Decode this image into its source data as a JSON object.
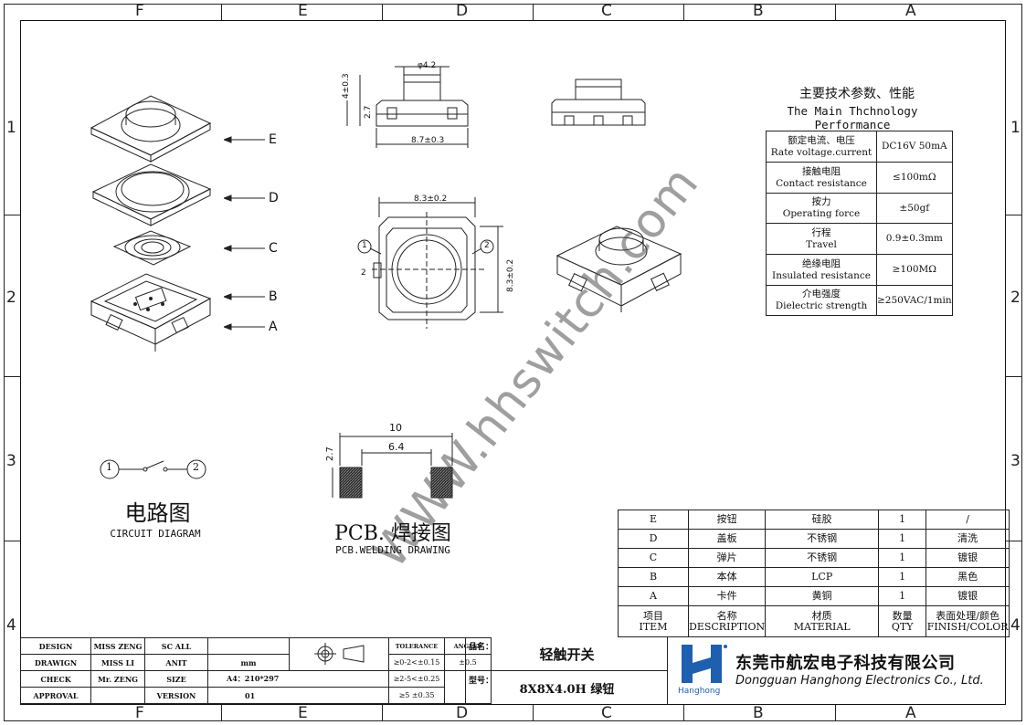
{
  "zones": {
    "columns": [
      "F",
      "E",
      "D",
      "C",
      "B",
      "A"
    ],
    "rows": [
      "1",
      "2",
      "3",
      "4"
    ]
  },
  "performance": {
    "title_cn": "主要技术参数、性能",
    "title_en": "The Main Thchnology Performance",
    "rows": [
      {
        "cn": "额定电流、电压",
        "en": "Rate voltage.current",
        "value": "DC16V 50mA"
      },
      {
        "cn": "接触电阻",
        "en": "Contact resistance",
        "value": "≤100mΩ"
      },
      {
        "cn": "按力",
        "en": "Operating force",
        "value": "±50gf"
      },
      {
        "cn": "行程",
        "en": "Travel",
        "value": "0.9±0.3mm"
      },
      {
        "cn": "绝缘电阻",
        "en": "Insulated resistance",
        "value": "≥100MΩ"
      },
      {
        "cn": "介电强度",
        "en": "Dielectric strength",
        "value": "≥250VAC/1min"
      }
    ]
  },
  "explode_labels": [
    "E",
    "D",
    "C",
    "B",
    "A"
  ],
  "dimensions": {
    "top_dia": "φ4.2",
    "height_total": "4±0.3",
    "height_body": "2.7",
    "width_side": "8.7±0.3",
    "width_top": "8.3±0.2",
    "height_top": "8.3±0.2",
    "pin_gap": "2",
    "pin1": "1",
    "pin2": "2"
  },
  "circuit": {
    "pin1": "1",
    "pin2": "2",
    "title_cn": "电路图",
    "title_en": "CIRCUIT DIAGRAM"
  },
  "pcb": {
    "dim_outer": "10",
    "dim_inner": "6.4",
    "dim_height": "2.7",
    "title_cn": "PCB. 焊接图",
    "title_en": "PCB.WELDING DRAWING"
  },
  "watermark": "WWW.hhswitch.com",
  "bom": {
    "rows": [
      {
        "item": "E",
        "desc": "按钮",
        "material": "硅胶",
        "qty": "1",
        "finish": "/"
      },
      {
        "item": "D",
        "desc": "盖板",
        "material": "不锈钢",
        "qty": "1",
        "finish": "清洗"
      },
      {
        "item": "C",
        "desc": "弹片",
        "material": "不锈钢",
        "qty": "1",
        "finish": "镀银"
      },
      {
        "item": "B",
        "desc": "本体",
        "material": "LCP",
        "qty": "1",
        "finish": "黑色"
      },
      {
        "item": "A",
        "desc": "卡件",
        "material": "黄铜",
        "qty": "1",
        "finish": "镀银"
      }
    ],
    "header": {
      "item_cn": "项目",
      "item_en": "ITEM",
      "desc_cn": "名称",
      "desc_en": "DESCRIPTION",
      "material_cn": "材质",
      "material_en": "MATERIAL",
      "qty_cn": "数量",
      "qty_en": "QTY",
      "finish_cn": "表面处理/颜色",
      "finish_en": "FINISH/COLOR"
    }
  },
  "title_block": {
    "design_label": "DESIGN",
    "design_name": "MISS ZENG",
    "drawing_label": "DRAWIGN",
    "drawing_name": "MISS LI",
    "check_label": "CHECK",
    "check_name": "Mr. ZENG",
    "approval_label": "APPROVAL",
    "sc_label": "SC ALL",
    "unit_label": "ANIT",
    "unit_value": "mm",
    "size_label": "SIZE",
    "size_value": "A4：210*297",
    "version_label": "VERSION",
    "version_value": "01",
    "tolerance_label": "TOLERANCE",
    "angles_label": "ANGLES",
    "tol1": "≥0-2<±0.15",
    "tol2": "≥2-5<±0.25",
    "tol3": "≥5  ±0.35",
    "angle_value": "±0.5",
    "product_label": "品名：",
    "product_value": "轻触开关",
    "model_label": "型号：",
    "model_value": "8X8X4.0H 绿钮"
  },
  "company": {
    "name_cn": "东莞市航宏电子科技有限公司",
    "name_en": "Dongguan Hanghong Electronics Co., Ltd.",
    "logo_text": "Hanghong",
    "color": "#1f5fb0"
  }
}
